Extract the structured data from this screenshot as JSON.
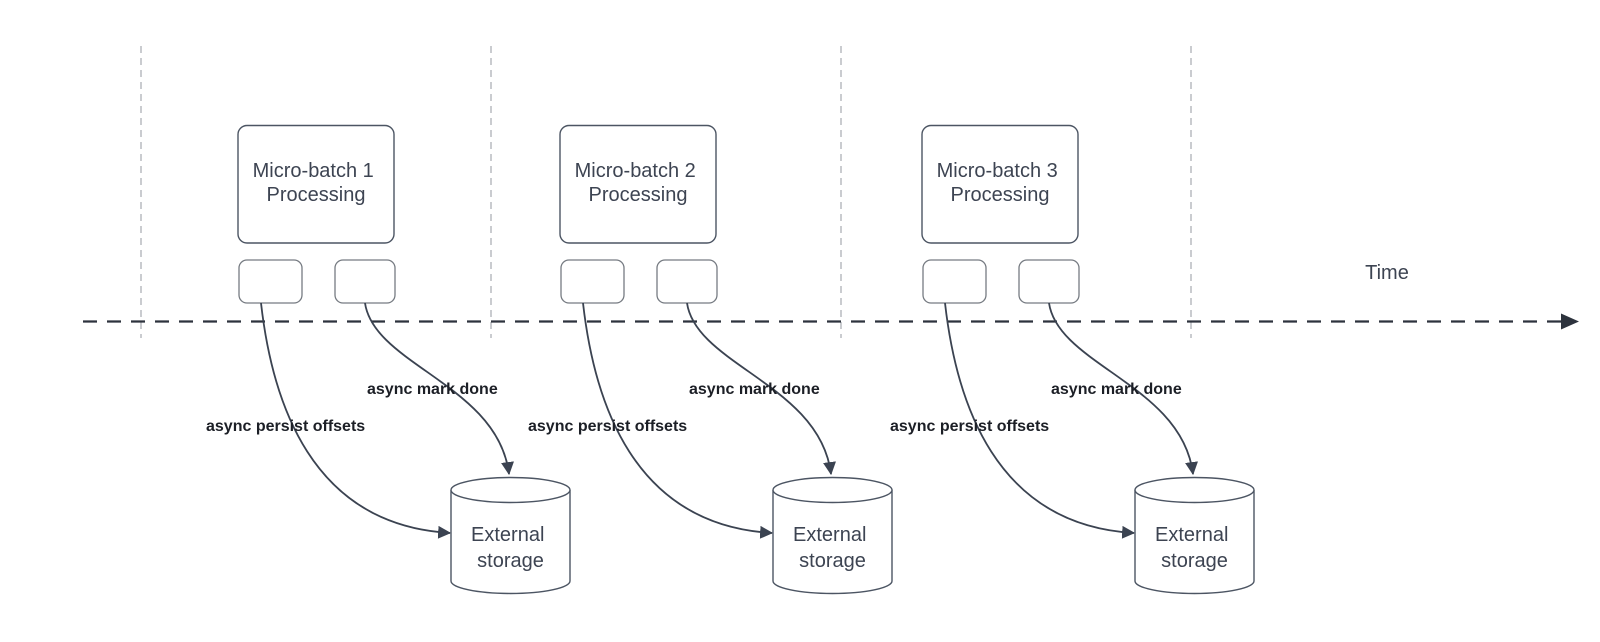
{
  "diagram": {
    "time_axis": {
      "label": "Time"
    },
    "groups": [
      {
        "title_line1": "Micro-batch 1",
        "title_line2": "Processing",
        "arrow_persist_label": "async persist offsets",
        "arrow_done_label": "async mark done",
        "storage_line1": "External",
        "storage_line2": "storage"
      },
      {
        "title_line1": "Micro-batch 2",
        "title_line2": "Processing",
        "arrow_persist_label": "async persist offsets",
        "arrow_done_label": "async mark done",
        "storage_line1": "External",
        "storage_line2": "storage"
      },
      {
        "title_line1": "Micro-batch 3",
        "title_line2": "Processing",
        "arrow_persist_label": "async persist offsets",
        "arrow_done_label": "async mark done",
        "storage_line1": "External",
        "storage_line2": "storage"
      }
    ],
    "colors": {
      "shape_stroke": "#4c5563",
      "small_shape_stroke": "#767b82",
      "connector": "#3b4351",
      "axis": "#2d333d",
      "guideline": "#b9bcc0",
      "shape_text": "#3d4452",
      "label_text": "#1c1f26"
    }
  }
}
